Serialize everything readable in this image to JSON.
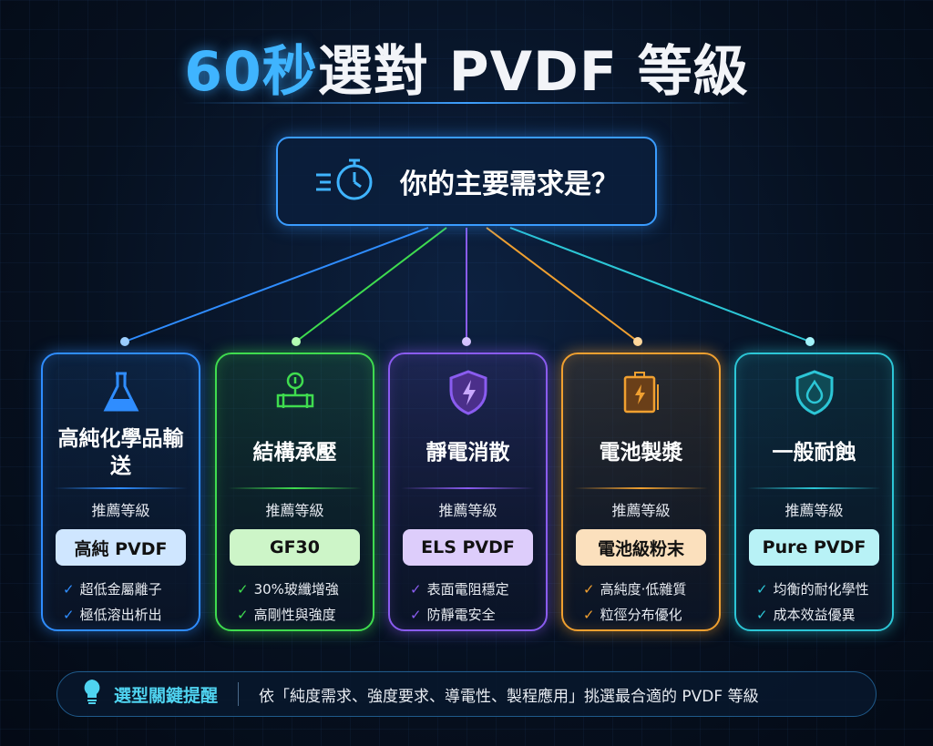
{
  "title": {
    "highlight": "60秒",
    "rest": "選對 PVDF 等級"
  },
  "question": {
    "icon": "stopwatch-icon",
    "text": "你的主要需求是？"
  },
  "cards": [
    {
      "name": "高純化學品輸送",
      "icon": "flask-icon",
      "rec_label": "推薦等級",
      "grade": "高純 PVDF",
      "features": [
        "超低金屬離子",
        "極低溶出析出"
      ],
      "color": "#2f8dff",
      "grade_bg": "#cfe6ff"
    },
    {
      "name": "結構承壓",
      "icon": "pipe-gauge-icon",
      "rec_label": "推薦等級",
      "grade": "GF30",
      "features": [
        "30%玻纖增強",
        "高剛性與強度"
      ],
      "color": "#3fdc4f",
      "grade_bg": "#cdf5c8"
    },
    {
      "name": "靜電消散",
      "icon": "shield-bolt-icon",
      "rec_label": "推薦等級",
      "grade": "ELS PVDF",
      "features": [
        "表面電阻穩定",
        "防靜電安全"
      ],
      "color": "#8a5cf0",
      "grade_bg": "#ddcdfb"
    },
    {
      "name": "電池製漿",
      "icon": "battery-bolt-icon",
      "rec_label": "推薦等級",
      "grade": "電池級粉末",
      "features": [
        "高純度‧低雜質",
        "粒徑分布優化"
      ],
      "color": "#f0a030",
      "grade_bg": "#fbe0bd"
    },
    {
      "name": "一般耐蝕",
      "icon": "shield-drop-icon",
      "rec_label": "推薦等級",
      "grade": "Pure PVDF",
      "features": [
        "均衡的耐化學性",
        "成本效益優異"
      ],
      "color": "#2cc6d6",
      "grade_bg": "#b8f2f6"
    }
  ],
  "tip": {
    "icon": "lightbulb-icon",
    "label": "選型關鍵提醒",
    "text": "依「純度需求、強度要求、導電性、製程應用」挑選最合適的 PVDF 等級"
  }
}
